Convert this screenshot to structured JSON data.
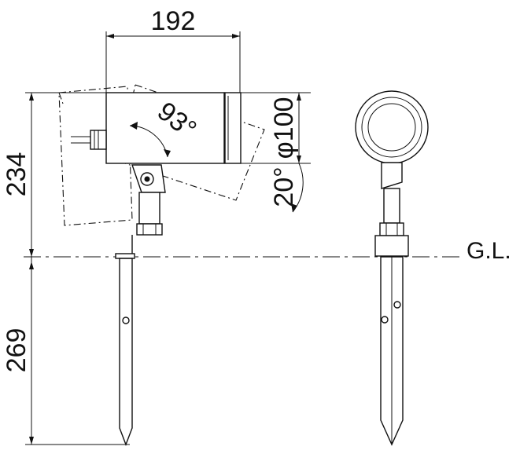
{
  "diagram": {
    "dimensions": {
      "width": "192",
      "height_above_ground": "234",
      "stake_depth": "269",
      "diameter": "φ100",
      "rotation_angle": "93°",
      "tilt_angle": "20°"
    },
    "ground_line_label": "G.L."
  }
}
